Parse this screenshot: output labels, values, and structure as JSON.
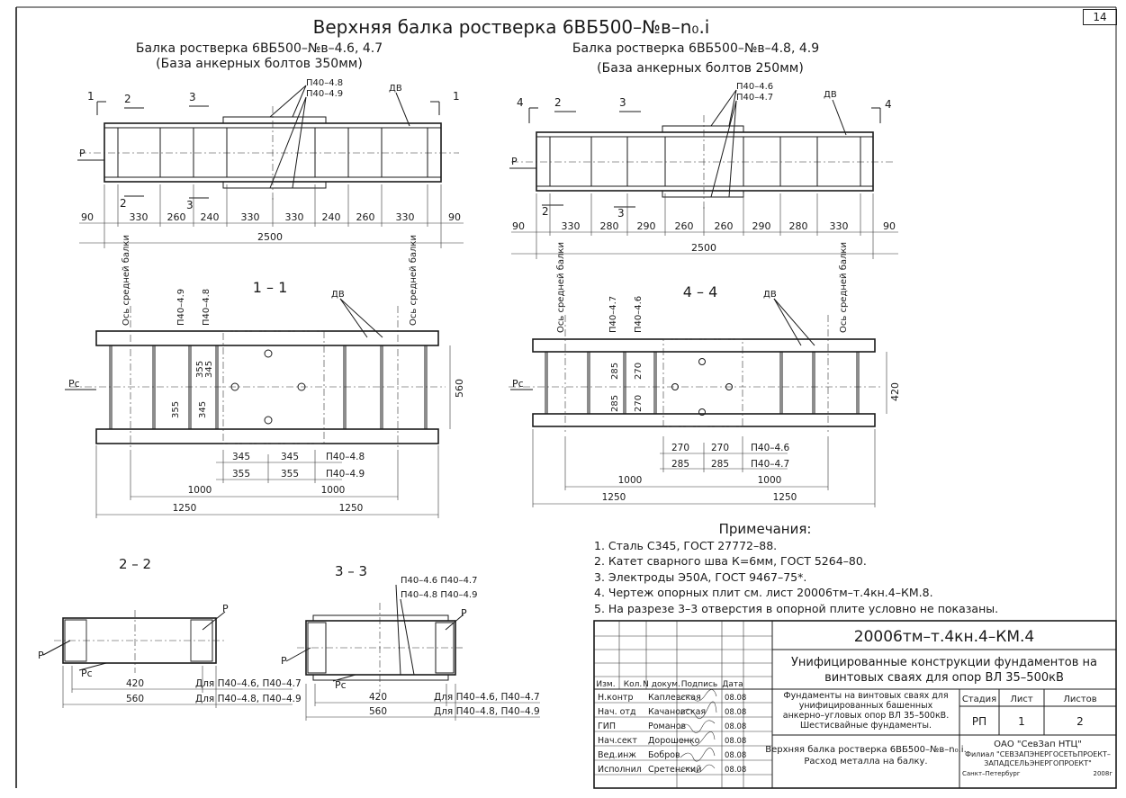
{
  "sheet_number": "14",
  "main_title": "Верхняя балка ростверка 6ВБ500–№в–n₀.i",
  "left_view": {
    "title1": "Балка ростверка 6ВБ500–№в–4.6, 4.7",
    "title2": "(База анкерных болтов 350мм)",
    "plates": [
      "П40–4.8",
      "П40–4.9"
    ],
    "dv": "ДВ",
    "p": "Р",
    "cuts": [
      "1",
      "2",
      "3",
      "1",
      "2",
      "3"
    ],
    "dims": [
      "90",
      "330",
      "260",
      "240",
      "330",
      "330",
      "240",
      "260",
      "330",
      "90"
    ],
    "total": "2500"
  },
  "right_view": {
    "title1": "Балка ростверка 6ВБ500–№в–4.8, 4.9",
    "title2": "(База анкерных болтов 250мм)",
    "plates": [
      "П40–4.6",
      "П40–4.7"
    ],
    "dv": "ДВ",
    "p": "Р",
    "cuts": [
      "4",
      "2",
      "3",
      "4",
      "2",
      "3"
    ],
    "dims": [
      "90",
      "330",
      "280",
      "290",
      "260",
      "260",
      "290",
      "280",
      "330",
      "90"
    ],
    "total": "2500"
  },
  "section_1_1": {
    "label": "1 – 1",
    "axis_left": "Ось средней балки",
    "axis_right": "Ось средней балки",
    "plates": [
      "П40–4.9",
      "П40–4.8"
    ],
    "dv": "ДВ",
    "pc": "Рс",
    "vert": [
      "355",
      "345",
      "355",
      "345"
    ],
    "height": "560",
    "row1": [
      "345",
      "345",
      "П40–4.8"
    ],
    "row2": [
      "355",
      "355",
      "П40–4.9"
    ],
    "mid": [
      "1000",
      "1000"
    ],
    "bottom": [
      "1250",
      "1250"
    ]
  },
  "section_4_4": {
    "label": "4 – 4",
    "axis_left": "Ось средней балки",
    "axis_right": "Ось средней балки",
    "plates": [
      "П40–4.7",
      "П40–4.6"
    ],
    "dv": "ДВ",
    "pc": "Рс",
    "vert": [
      "285",
      "270",
      "285",
      "270"
    ],
    "height": "420",
    "row1": [
      "270",
      "270",
      "П40–4.6"
    ],
    "row2": [
      "285",
      "285",
      "П40–4.7"
    ],
    "mid": [
      "1000",
      "1000"
    ],
    "bottom": [
      "1250",
      "1250"
    ]
  },
  "section_2_2": {
    "label": "2 – 2",
    "p": "Р",
    "pc": "Рс",
    "w1": "420",
    "w2": "560",
    "note1": "Для П40–4.6, П40–4.7",
    "note2": "Для П40–4.8, П40–4.9"
  },
  "section_3_3": {
    "label": "3 – 3",
    "plates_a": "П40–4.6  П40–4.7",
    "plates_b": "П40–4.8  П40–4.9",
    "p": "Р",
    "pc": "Рс",
    "w1": "420",
    "w2": "560",
    "note1": "Для П40–4.6, П40–4.7",
    "note2": "Для П40–4.8, П40–4.9"
  },
  "notes": {
    "title": "Примечания:",
    "items": [
      "1. Сталь С345, ГОСТ 27772–88.",
      "2. Катет сварного шва К=6мм, ГОСТ 5264–80.",
      "3. Электроды Э50А, ГОСТ 9467–75*.",
      "4. Чертеж опорных плит см. лист 20006тм–т.4кн.4–КМ.8.",
      "5. На разрезе 3–3 отверстия в опорной плите условно не показаны."
    ]
  },
  "title_block": {
    "code": "20006тм–т.4кн.4–КМ.4",
    "project": [
      "Унифицированные конструкции фундаментов на",
      "винтовых сваях для опор ВЛ 35–500кВ"
    ],
    "headers": [
      "Изм.",
      "Кол.",
      "N докум.",
      "Подпись",
      "Дата"
    ],
    "roles": [
      "Н.контр",
      "Нач. отд",
      "ГИП",
      "Нач.сект",
      "Вед.инж",
      "Исполнил"
    ],
    "names": [
      "Каплевская",
      "Качановская",
      "Романов",
      "Дорошенко",
      "Бобров",
      "Сретенский"
    ],
    "dates": [
      "08.08",
      "08.08",
      "08.08",
      "08.08",
      "08.08",
      "08.08"
    ],
    "desc1": [
      "Фундаменты на винтовых сваях для",
      "унифицированных башенных",
      "анкерно–угловых опор ВЛ 35–500кВ.",
      "Шестисвайные фундаменты."
    ],
    "desc2": [
      "Верхняя балка ростверка 6ВБ500–№в–n₀.i.",
      "Расход металла на балку."
    ],
    "stage_label": "Стадия",
    "sheet_label": "Лист",
    "sheets_label": "Листов",
    "stage": "РП",
    "sheet": "1",
    "sheets": "2",
    "org": [
      "ОАО \"СевЗап НТЦ\"",
      "Филиал \"СЕВЗАПЭНЕРГОСЕТЬПРОЕКТ–",
      "ЗАПАДСЕЛЬЭНЕРГОПРОЕКТ\""
    ],
    "city": "Санкт–Петербург",
    "year": "2008г"
  }
}
